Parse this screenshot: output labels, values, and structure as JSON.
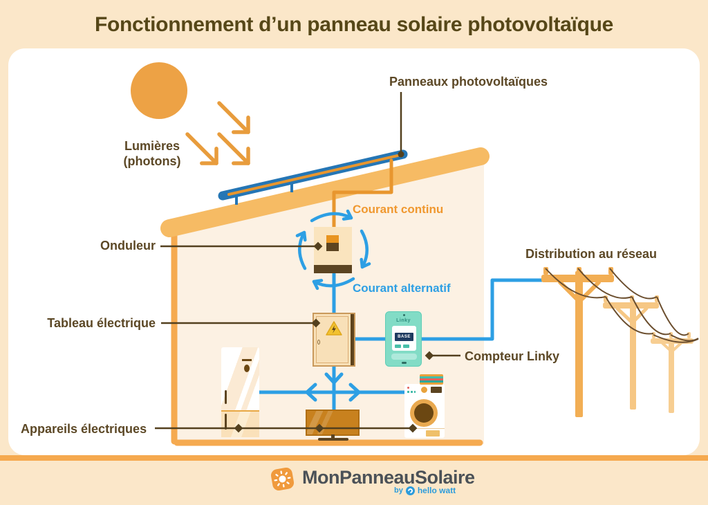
{
  "title": "Fonctionnement d’un panneau solaire photovoltaïque",
  "labels": {
    "sun_light_line1": "Lumières",
    "sun_light_line2": "(photons)",
    "panels": "Panneaux photovoltaïques",
    "dc_current": "Courant continu",
    "inverter": "Onduleur",
    "ac_current": "Courant alternatif",
    "electrical_panel": "Tableau électrique",
    "meter": "Compteur Linky",
    "grid": "Distribution au réseau",
    "appliances": "Appareils électriques"
  },
  "meter": {
    "brand": "Linky",
    "display": "BASE"
  },
  "footer": {
    "brand": "MonPanneauSolaire",
    "byline_prefix": "by",
    "byline_brand": "hello watt"
  },
  "icons": {
    "sun": "orange-circle",
    "photon-arrows": "orange-corner-arrows",
    "rotation-arrows": "blue-circular-arrows",
    "warning": "yellow-triangle-lightning",
    "logo-sun": "white-sun-in-orange-rounded-square",
    "hellowatt": "blue-circle-swirl"
  },
  "colors": {
    "background": "#FBE7C9",
    "canvas": "#FFFFFF",
    "title": "#564718",
    "label": "#5C4826",
    "sun": "#EDA245",
    "arrow_orange": "#E89C3C",
    "roof": "#F6BB64",
    "wall": "#F5AA50",
    "house_fill": "#FCF1E3",
    "panel_blue": "#2576B5",
    "wire_orange": "#E8962E",
    "current_blue": "#2D9FE4",
    "dark_brown": "#5C4421",
    "connector": "#53401E",
    "inverter_box": "#FAE4BE",
    "electrical_panel_box": "#F8E0B8",
    "warning_yellow": "#F2C230",
    "linky_teal": "#82DCC6",
    "display_navy": "#1E3B60",
    "tv_amber": "#C8811E",
    "pole_1": "#F2AE54",
    "pole_2": "#F6C784",
    "pole_3": "#F7CE92",
    "power_line": "#6B4E2E",
    "footer_bar": "#F5A94F",
    "brand_text": "#4B5157",
    "hellowatt_blue": "#2D9CDB"
  }
}
